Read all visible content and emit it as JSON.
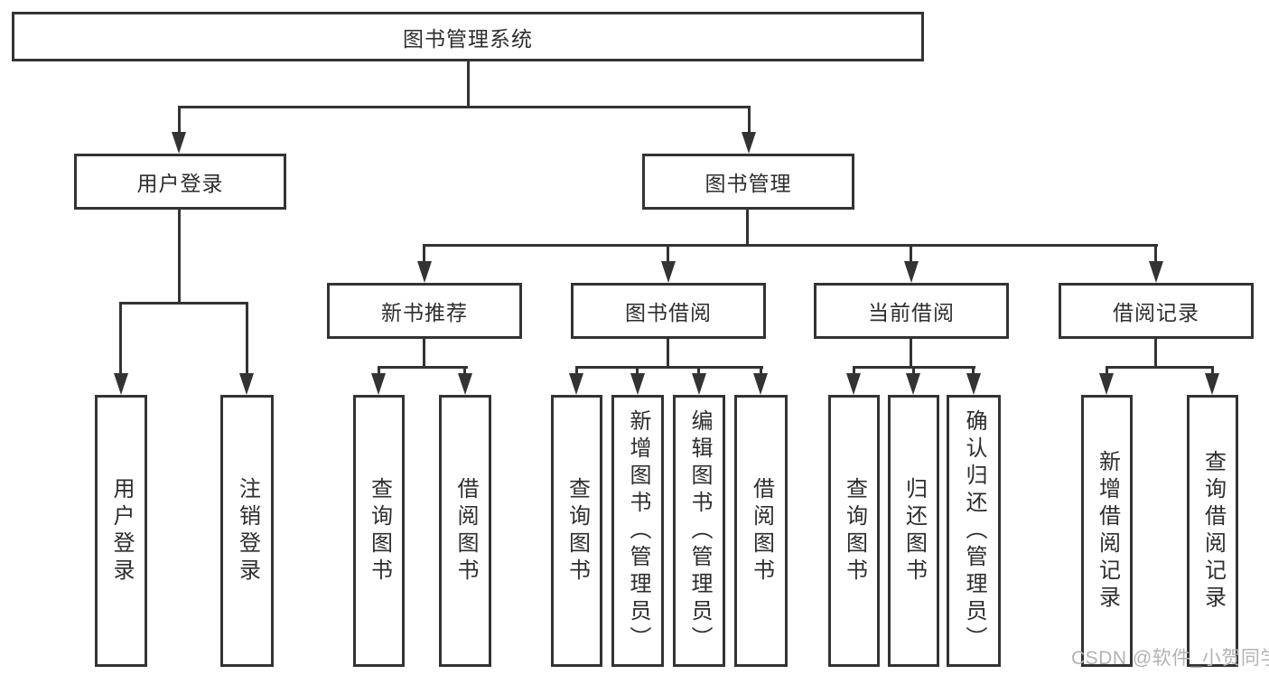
{
  "tree": {
    "root": {
      "label": "图书管理系统",
      "children": [
        {
          "label": "用户登录",
          "children": [
            {
              "label": "用户登录"
            },
            {
              "label": "注销登录"
            }
          ]
        },
        {
          "label": "图书管理",
          "children": [
            {
              "label": "新书推荐",
              "children": [
                {
                  "label": "查询图书"
                },
                {
                  "label": "借阅图书"
                }
              ]
            },
            {
              "label": "图书借阅",
              "children": [
                {
                  "label": "查询图书"
                },
                {
                  "label": "新增图书（管理员）"
                },
                {
                  "label": "编辑图书（管理员）"
                },
                {
                  "label": "借阅图书"
                }
              ]
            },
            {
              "label": "当前借阅",
              "children": [
                {
                  "label": "查询图书"
                },
                {
                  "label": "归还图书"
                },
                {
                  "label": "确认归还（管理员）"
                }
              ]
            },
            {
              "label": "借阅记录",
              "children": [
                {
                  "label": "新增借阅记录"
                },
                {
                  "label": "查询借阅记录"
                }
              ]
            }
          ]
        }
      ]
    }
  },
  "watermark": {
    "text": "CSDN @软件_小贺同学"
  },
  "colors": {
    "line": "#333333",
    "text": "#2d2d2d",
    "watermark": "#b3b3b3",
    "background": "#ffffff"
  }
}
